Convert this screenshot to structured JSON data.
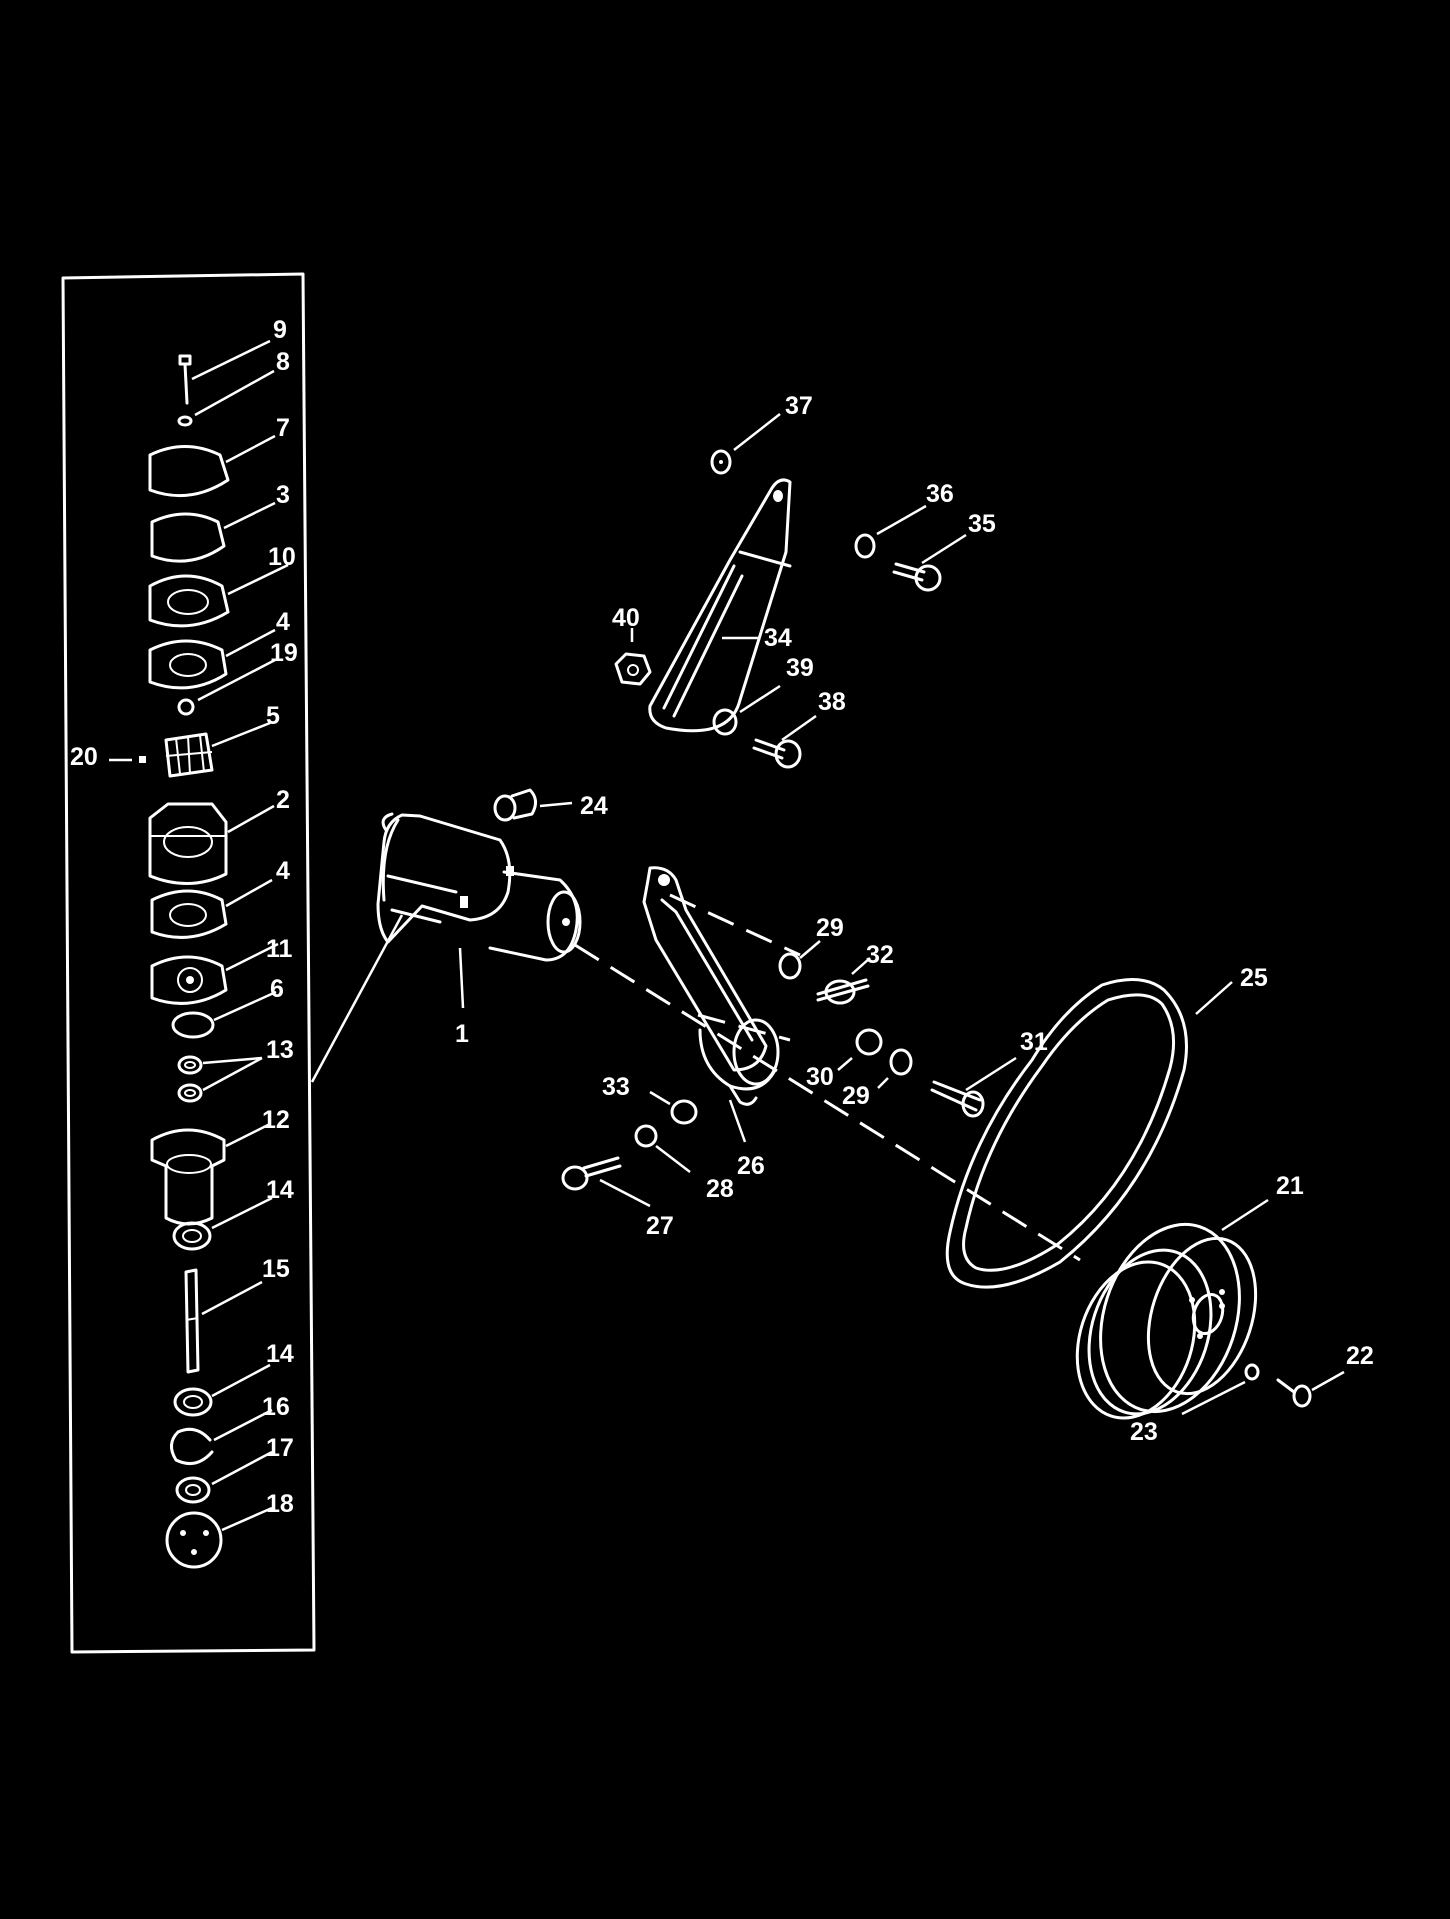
{
  "colors": {
    "background": "#000000",
    "foreground": "#ffffff"
  },
  "labels": {
    "p1": "1",
    "p2": "2",
    "p3": "3",
    "p4a": "4",
    "p4b": "4",
    "p5": "5",
    "p6": "6",
    "p7": "7",
    "p8": "8",
    "p9": "9",
    "p10": "10",
    "p11": "11",
    "p12": "12",
    "p13": "13",
    "p14a": "14",
    "p14b": "14",
    "p15": "15",
    "p16": "16",
    "p17": "17",
    "p18": "18",
    "p19": "19",
    "p20": "20",
    "p21": "21",
    "p22": "22",
    "p23": "23",
    "p24": "24",
    "p25": "25",
    "p26": "26",
    "p27": "27",
    "p28": "28",
    "p29a": "29",
    "p29b": "29",
    "p30": "30",
    "p31": "31",
    "p32": "32",
    "p33": "33",
    "p34": "34",
    "p35": "35",
    "p36": "36",
    "p37": "37",
    "p38": "38",
    "p39": "39",
    "p40": "40"
  }
}
